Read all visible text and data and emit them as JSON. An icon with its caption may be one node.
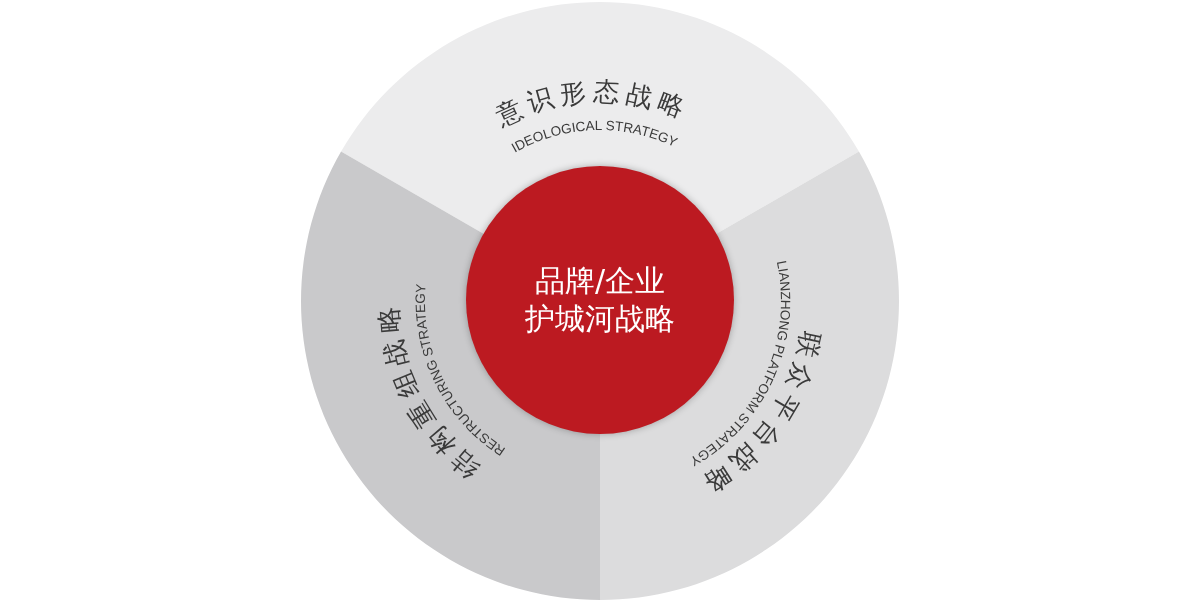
{
  "diagram": {
    "nodes": [
      {
        "text": [
          "意识形态战略",
          "IDEOLOGICAL STRATEGY"
        ]
      },
      {
        "text": [
          "品牌/企业护城河战略"
        ]
      },
      {
        "text": [
          "结构重组战略",
          "RESTRUCTURING STRATEGY"
        ]
      },
      {
        "text": [
          "联众平台战略",
          "LIANZHONG PLATFORM STRATEGY"
        ]
      }
    ]
  }
}
